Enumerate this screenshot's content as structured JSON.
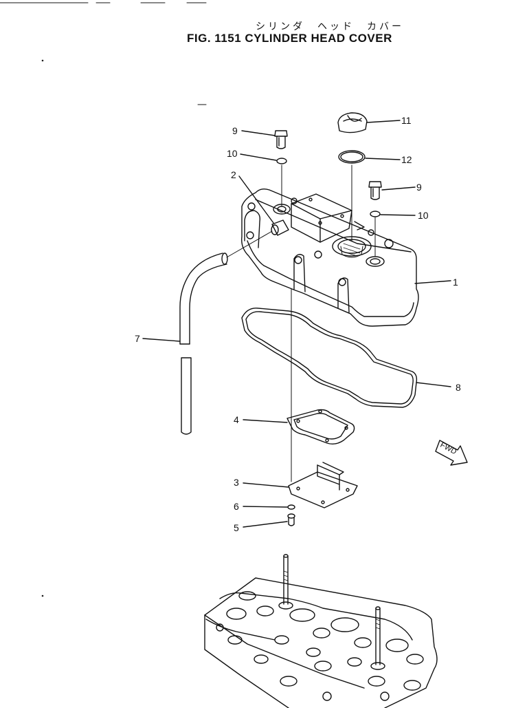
{
  "title_jp": "シリンダ　ヘッド　カバー",
  "title_en": "FIG. 1151  CYLINDER  HEAD  COVER",
  "fwd_label": "FWD",
  "parts": [
    {
      "num": "1"
    },
    {
      "num": "2"
    },
    {
      "num": "3"
    },
    {
      "num": "4"
    },
    {
      "num": "5"
    },
    {
      "num": "6"
    },
    {
      "num": "7"
    },
    {
      "num": "8"
    },
    {
      "num": "9"
    },
    {
      "num": "9"
    },
    {
      "num": "10"
    },
    {
      "num": "10"
    },
    {
      "num": "11"
    },
    {
      "num": "12"
    }
  ]
}
